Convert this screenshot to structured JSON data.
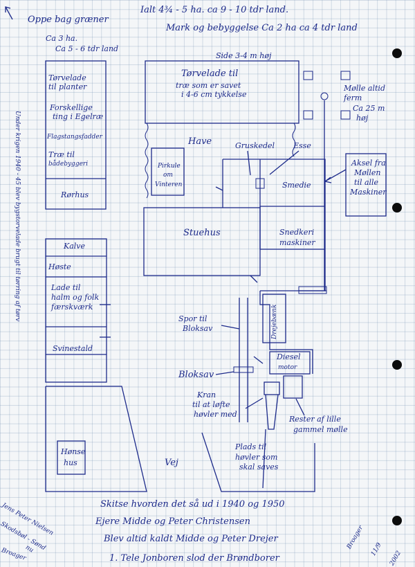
{
  "header": {
    "line1": "Ialt 4¾ - 5 ha. ca 9 - 10 tdr land.",
    "line2": "Mark og bebyggelse  Ca 2 ha  ca 4 tdr land",
    "corner_top": "Oppe bag græner",
    "corner_mid": "Ca 3 ha.",
    "corner_bot": "Ca 5 - 6 tdr land"
  },
  "labels": {
    "side_note": "Side 3-4 m høj",
    "torvelade_planter_1": "Tørvelade",
    "torvelade_planter_2": "til planter",
    "forskellige_1": "Forskellige",
    "forskellige_2": "ting i Egelræ",
    "flagstangsfadder": "Flagstangsfadder",
    "tree_1": "Træ til",
    "tree_2": "bådebyggeri",
    "roerhus": "Rørhus",
    "torvelade_main_1": "Tørvelade til",
    "torvelade_main_2": "træ som er savet",
    "torvelade_main_3": "i 4-6 cm tykkelse",
    "molle_1": "Mølle altid",
    "molle_2": "ferm",
    "molle_3": "Ca 25 m",
    "molle_4": "høj",
    "have": "Have",
    "gruskedel": "Gruskedel",
    "esse": "Esse",
    "pirkule_1": "Pirkule",
    "pirkule_2": "om",
    "pirkule_3": "Vinteren",
    "smedie": "Smedie",
    "aksel_1": "Aksel fra",
    "aksel_2": "Møllen",
    "aksel_3": "til alle",
    "aksel_4": "Maskiner",
    "stuehus": "Stuehus",
    "snedkeri_1": "Snedkeri",
    "snedkeri_2": "maskiner",
    "kalve": "Kalve",
    "hoste": "Høste",
    "lade_1": "Lade til",
    "lade_2": "halm og folk",
    "lade_3": "færskværk",
    "svinestald": "Svinestald",
    "spor_1": "Spor til",
    "spor_2": "Bloksav",
    "drejebaenk": "Drejebænk",
    "diesel_1": "Diesel",
    "diesel_2": "motor",
    "bloksav": "Bloksav",
    "kran_1": "Kran",
    "kran_2": "til at løfte",
    "kran_3": "høvler med",
    "rester_1": "Rester af lille",
    "rester_2": "gammel mølle",
    "plads_1": "Plads til",
    "plads_2": "høvler som",
    "plads_3": "skal saves",
    "honse_1": "Hønse",
    "honse_2": "hus",
    "vej": "Vej",
    "left_vertical": "Under krigen 1940 - 45 blev bygstorvelade brugt til tørring af tørv"
  },
  "footer": {
    "line1": "Skitse hvorden det så ud i 1940 og 1950",
    "line2": "Ejere  Midde og Peter Christensen",
    "line3": "Blev altid kaldt Midde og Peter Drejer",
    "line4": "1. Tele Jonboren slod der Brøndborer",
    "signature_1": "Jens Peter Nielsen",
    "signature_2": "Skodsbøl - Sønd",
    "signature_3": "nu",
    "signature_4": "Broager",
    "date_1": "Broager",
    "date_2": "11/9",
    "date_3": "2002"
  }
}
